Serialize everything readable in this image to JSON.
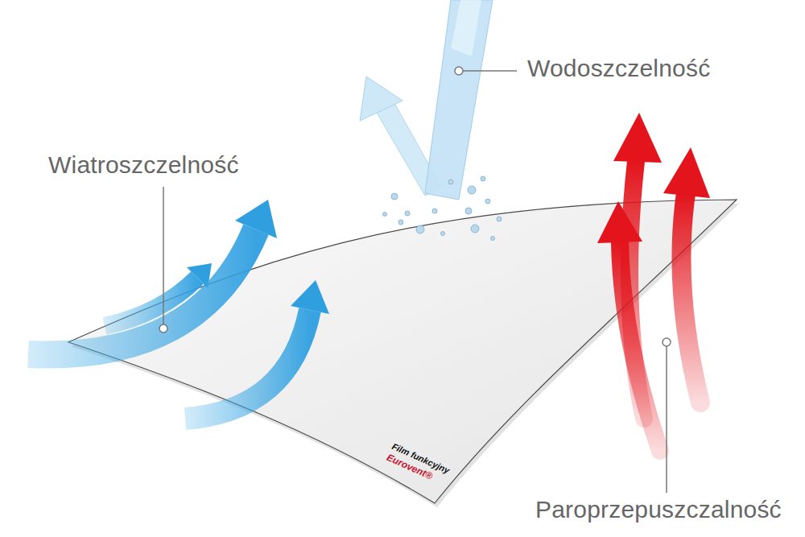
{
  "diagram": {
    "labels": [
      "Wodoszczelność",
      "Wiatroszczelność",
      "Film funkcyjny",
      "Eurovent®",
      "Paroprzepuszczalność"
    ]
  }
}
